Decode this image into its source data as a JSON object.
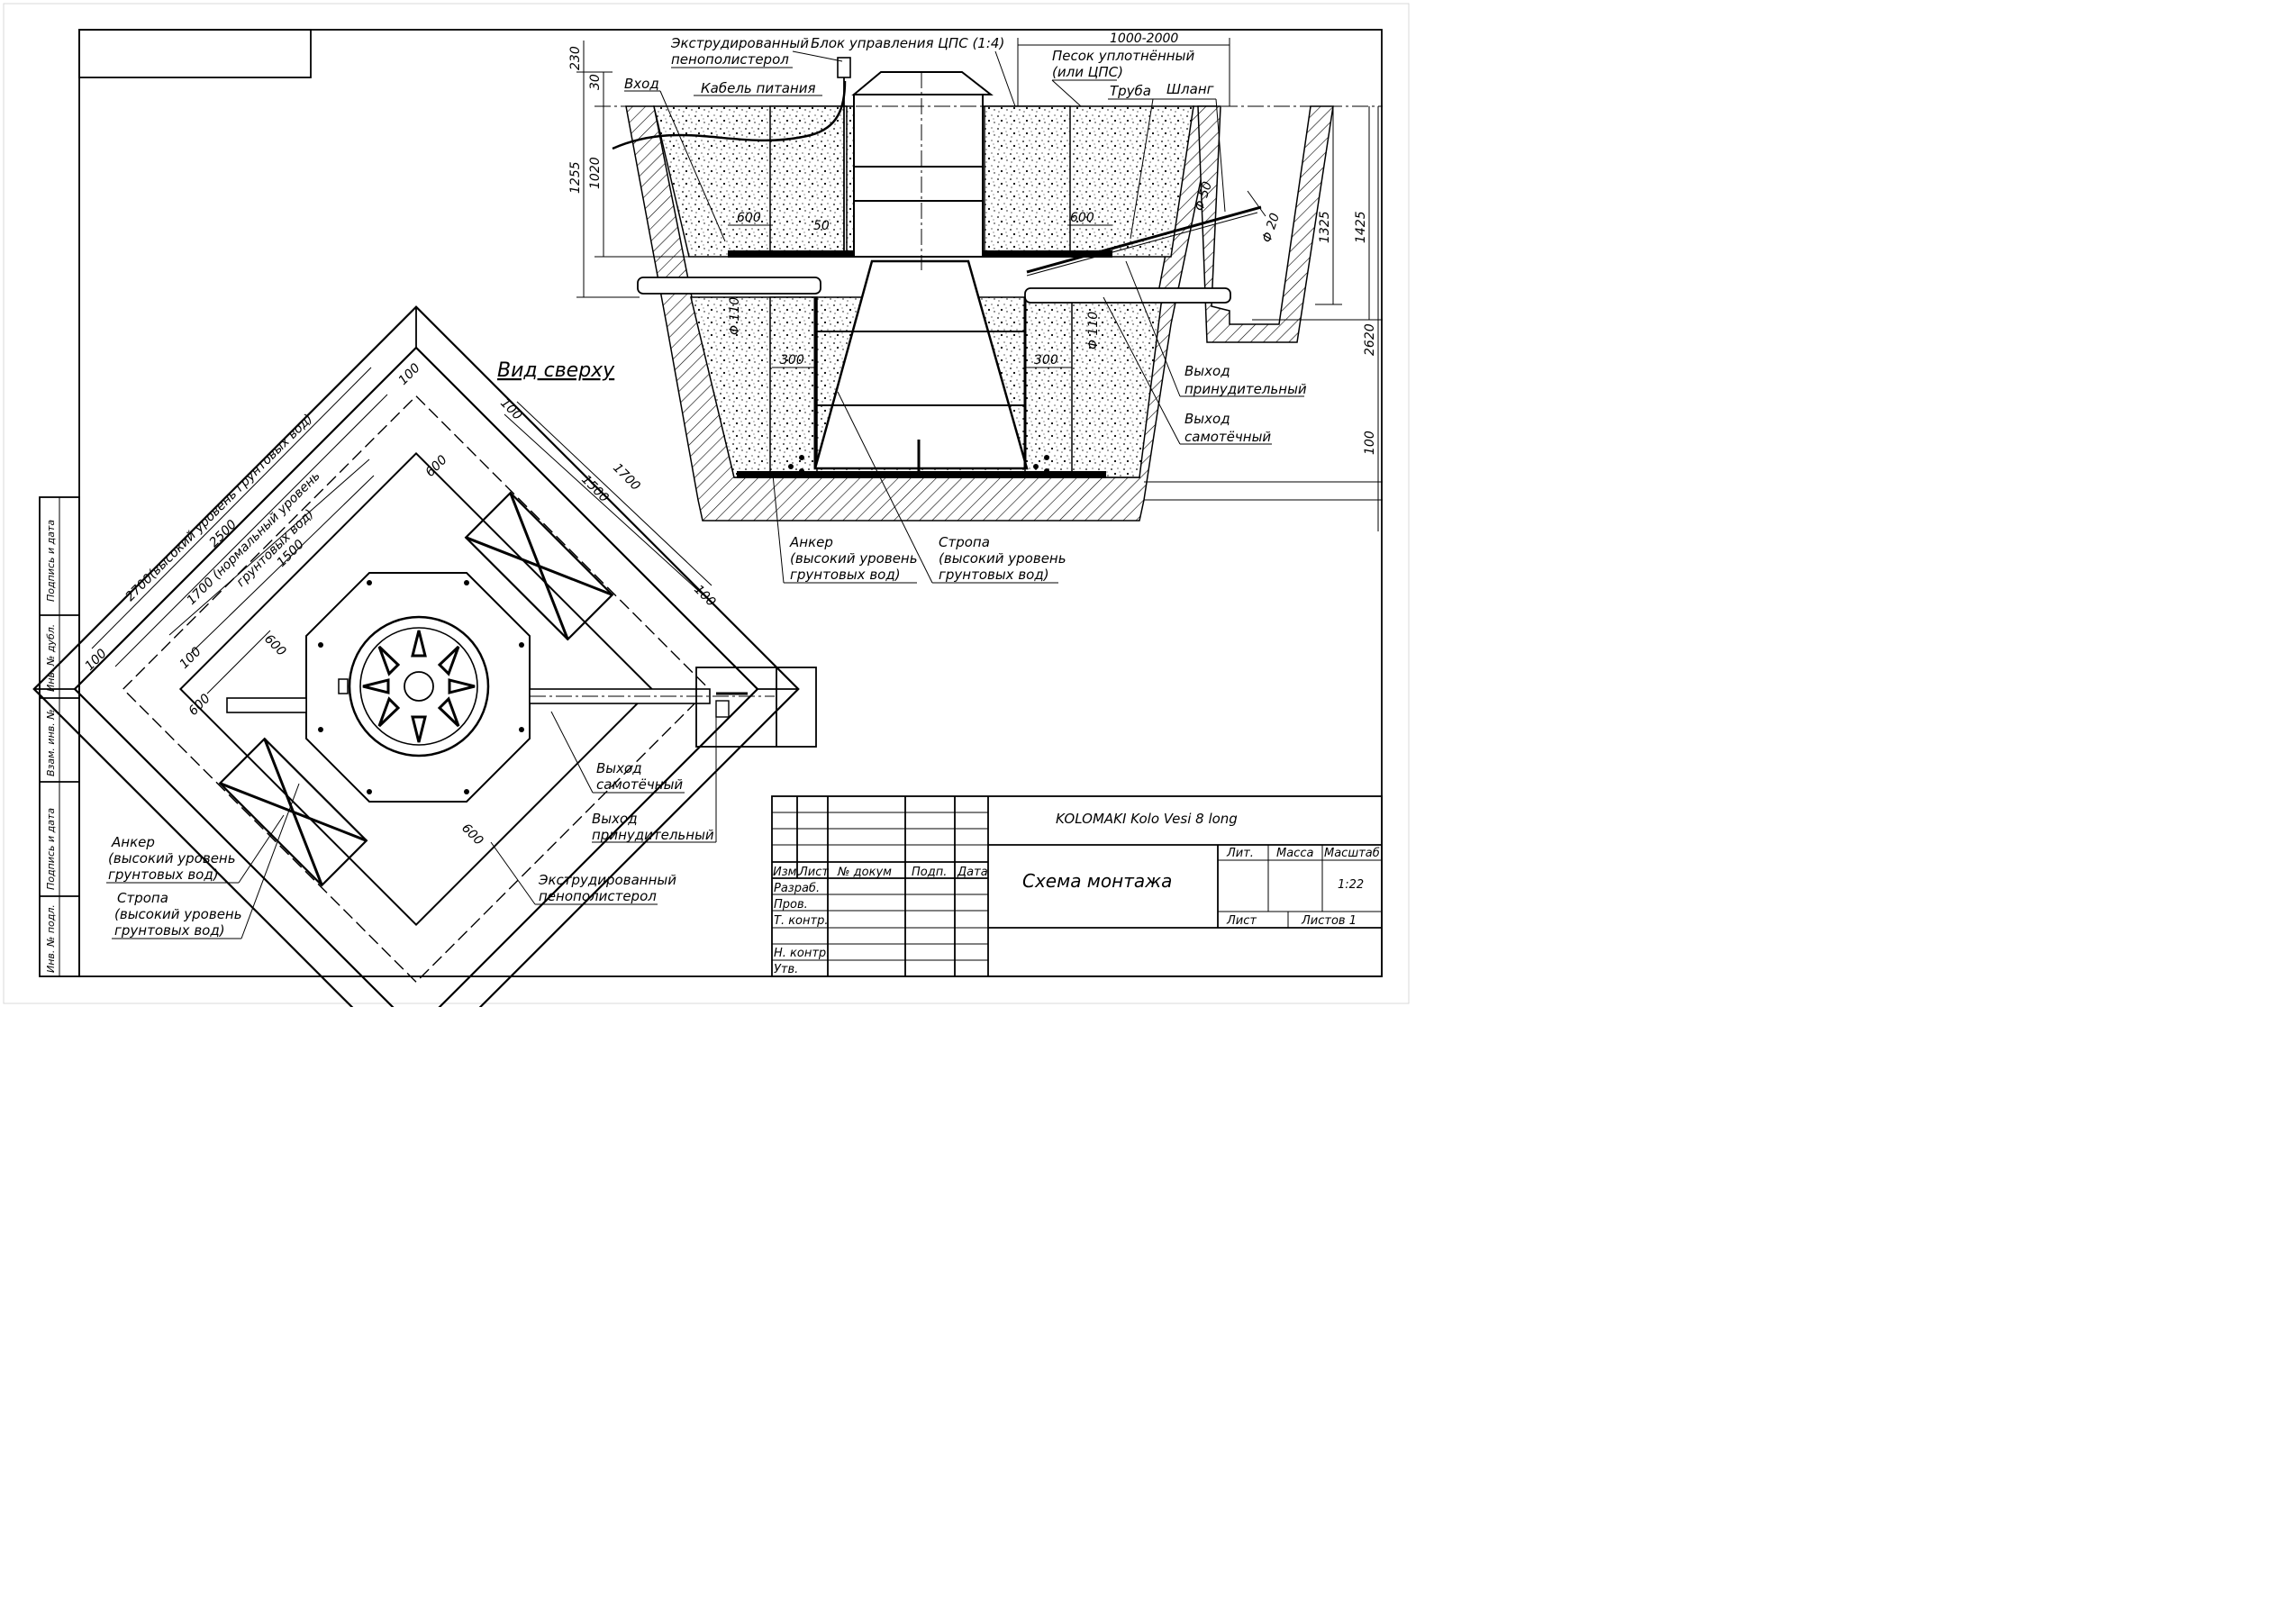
{
  "drawing": {
    "view_title": "Вид сверху",
    "side_section": {
      "labels": {
        "foam": "Экструдированный пенополистерол",
        "control": "Блок управления ЦПС (1:4)",
        "sand": "Песок уплотнённый (или ЦПС)",
        "inlet": "Вход",
        "cable": "Кабель питания",
        "pipe": "Труба",
        "hose": "Шланг",
        "forced_outlet": "Выход принудительный",
        "gravity_outlet": "Выход самотёчный",
        "anchor": "Анкер (высокий уровень грунтовых вод)",
        "strap": "Стропа (высокий уровень грунтовых вод)"
      },
      "dims": {
        "d230": "230",
        "d30": "30",
        "d1255": "1255",
        "d1020": "1020",
        "d1000_2000": "1000-2000",
        "d600a": "600",
        "d50": "50",
        "d600b": "600",
        "d110a": "Φ 110",
        "d110b": "Φ 110",
        "d300a": "300",
        "d300b": "300",
        "d50phi": "Φ 50",
        "d20phi": "Φ 20",
        "d1325": "1325",
        "d1425": "1425",
        "d2620": "2620",
        "d100": "100"
      }
    },
    "top_view": {
      "labels": {
        "gravity_outlet": "Выход самотёчный",
        "forced_outlet": "Выход принудительный",
        "foam": "Экструдированный пенополистерол",
        "anchor": "Анкер (высокий уровень грунтовых вод)",
        "strap": "Стропа (высокий уровень грунтовых вод)"
      },
      "dims": {
        "d2700": "2700(высокий уровень грунтовых вод)",
        "d2500": "2500",
        "d1700n": "1700 (нормальный уровень грунтовых вод)",
        "d1500a": "1500",
        "d100a": "100",
        "d100b": "100",
        "d100c": "100",
        "d100d": "100",
        "d100e": "100",
        "d600a": "600",
        "d600b": "600",
        "d600c": "600",
        "d600d": "600",
        "d1500b": "1500",
        "d1700": "1700"
      }
    }
  },
  "side_stamp": [
    "Подпись и дата",
    "Инв. № дубл.",
    "Взам. инв. №",
    "Подпись и дата",
    "Инв. № подл."
  ],
  "title_block": {
    "product": "KOLOMAKI Kolo Vesi 8 long",
    "title": "Схема монтажа",
    "col_headers": [
      "Изм.",
      "Лист",
      "№ докум",
      "Подп.",
      "Дата"
    ],
    "roles": [
      "Разраб.",
      "Пров.",
      "Т. контр.",
      "",
      "Н. контр.",
      "Утв."
    ],
    "lit": "Лит.",
    "mass": "Масса",
    "scale_label": "Масштаб",
    "scale": "1:22",
    "sheet": "Лист",
    "sheets": "Листов 1"
  }
}
